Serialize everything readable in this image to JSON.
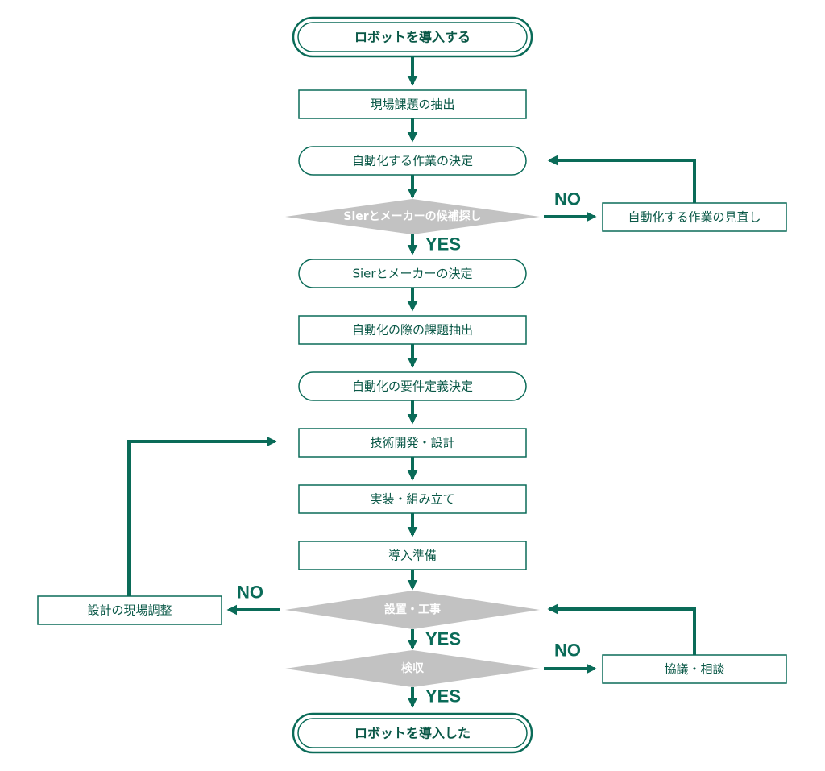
{
  "colors": {
    "accent": "#0a6b58",
    "text": "#0a5847",
    "decision_fill": "#c2c2c2",
    "background": "#ffffff"
  },
  "nodes": {
    "start": "ロボットを導入する",
    "extract": "現場課題の抽出",
    "decide_work": "自動化する作業の決定",
    "search": "Sierとメーカーの候補探し",
    "review": "自動化する作業の見直し",
    "decide_sier": "Sierとメーカーの決定",
    "auto_extract": "自動化の際の課題抽出",
    "requirements": "自動化の要件定義決定",
    "design": "技術開発・設計",
    "assemble": "実装・組み立て",
    "prep": "導入準備",
    "install": "設置・工事",
    "adjust": "設計の現場調整",
    "inspect": "検収",
    "consult": "協議・相談",
    "end": "ロボットを導入した"
  },
  "edge_labels": {
    "search_no": "NO",
    "search_yes": "YES",
    "install_no": "NO",
    "install_yes": "YES",
    "inspect_no": "NO",
    "inspect_yes": "YES"
  }
}
